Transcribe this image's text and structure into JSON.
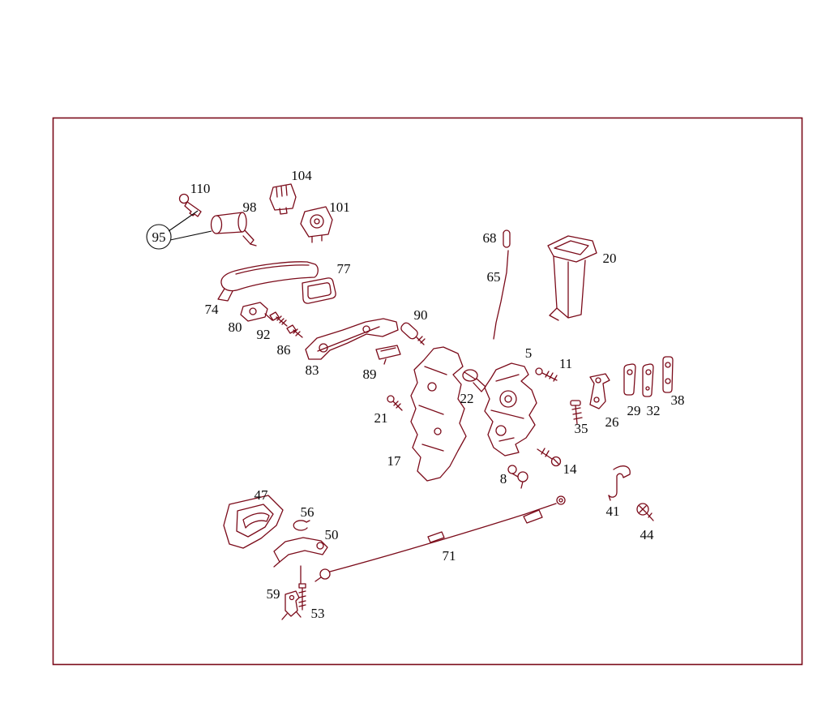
{
  "diagram": {
    "colors": {
      "line": "#7b0b1a",
      "label": "#0a0a0a",
      "background": "#ffffff"
    },
    "callouts": [
      {
        "text": "110"
      },
      {
        "text": "104"
      },
      {
        "text": "98"
      },
      {
        "text": "101"
      },
      {
        "text": "95",
        "circled": true
      },
      {
        "text": "77"
      },
      {
        "text": "74"
      },
      {
        "text": "80"
      },
      {
        "text": "92"
      },
      {
        "text": "86"
      },
      {
        "text": "83"
      },
      {
        "text": "89"
      },
      {
        "text": "90"
      },
      {
        "text": "68"
      },
      {
        "text": "65"
      },
      {
        "text": "20"
      },
      {
        "text": "5"
      },
      {
        "text": "11"
      },
      {
        "text": "22"
      },
      {
        "text": "21"
      },
      {
        "text": "17"
      },
      {
        "text": "35"
      },
      {
        "text": "26"
      },
      {
        "text": "29"
      },
      {
        "text": "32"
      },
      {
        "text": "38"
      },
      {
        "text": "14"
      },
      {
        "text": "8"
      },
      {
        "text": "41"
      },
      {
        "text": "44"
      },
      {
        "text": "47"
      },
      {
        "text": "56"
      },
      {
        "text": "50"
      },
      {
        "text": "59"
      },
      {
        "text": "53"
      },
      {
        "text": "71"
      }
    ]
  }
}
